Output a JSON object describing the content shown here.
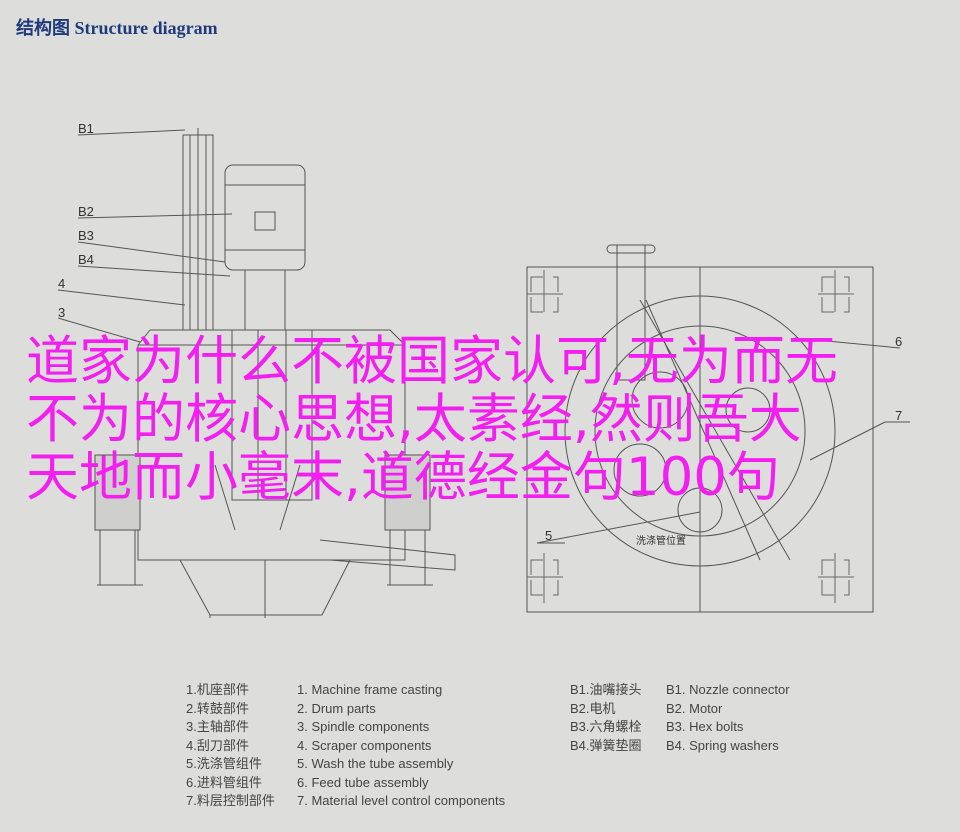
{
  "title": "结构图 Structure diagram",
  "left_labels": {
    "b1": "B1",
    "b2": "B2",
    "b3": "B3",
    "b4": "B4",
    "n4": "4",
    "n3": "3"
  },
  "right_labels": {
    "n6": "6",
    "n7": "7",
    "n5": "5",
    "wash_position": "洗涤管位置"
  },
  "overlay_lines": [
    "道家为什么不被国家认可,无为而无",
    "不为的核心思想,太素经,然则吾大",
    "天地而小毫末,道德经金句100句"
  ],
  "legend": {
    "cn_numbered": [
      "1.机座部件",
      "2.转鼓部件",
      "3.主轴部件",
      "4.刮刀部件",
      "5.洗涤管组件",
      "6.进料管组件",
      "7.料层控制部件"
    ],
    "en_numbered": [
      "1. Machine frame casting",
      "2. Drum parts",
      "3. Spindle components",
      "4. Scraper components",
      "5. Wash the tube assembly",
      "6. Feed tube assembly",
      "7. Material level control components"
    ],
    "cn_b": [
      "B1.油嘴接头",
      "B2.电机",
      "B3.六角螺栓",
      "B4.弹簧垫圈"
    ],
    "en_b": [
      "B1. Nozzle connector",
      "B2. Motor",
      "B3. Hex bolts",
      "B4. Spring washers"
    ]
  },
  "colors": {
    "title": "#1f3a7a",
    "overlay": "#f21ff0",
    "background": "#dddddc"
  }
}
